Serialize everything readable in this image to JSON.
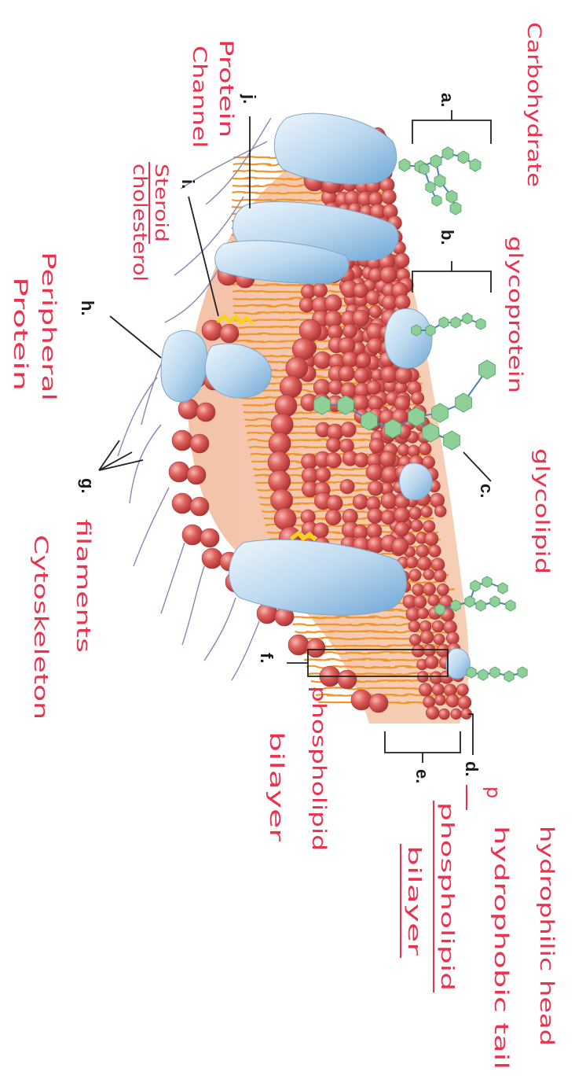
{
  "diagram": {
    "letter_labels": {
      "a": "a.",
      "b": "b.",
      "c": "c.",
      "d": "d.",
      "e": "e.",
      "f": "f.",
      "g": "g.",
      "h": "h.",
      "i": "i.",
      "j": "j."
    },
    "answers": {
      "a": "Carbohydrate",
      "b": "glycoprotein",
      "c": "glycolipid",
      "d_struck": "p",
      "d": "hydrophilic head",
      "e": "hydrophobic tail",
      "e_struck_line1": "phospholipid",
      "e_struck_line2": "bilayer",
      "f_line1": "phospholipid",
      "f_line2": "bilayer",
      "g_line1": "filaments",
      "g_line2": "Cytoskeleton",
      "h_line1": "Peripheral",
      "h_line2": "Protein",
      "i_struck": "Steroid",
      "i": "cholesterol",
      "j_line1": "Protein",
      "j_line2": "Channel"
    }
  }
}
